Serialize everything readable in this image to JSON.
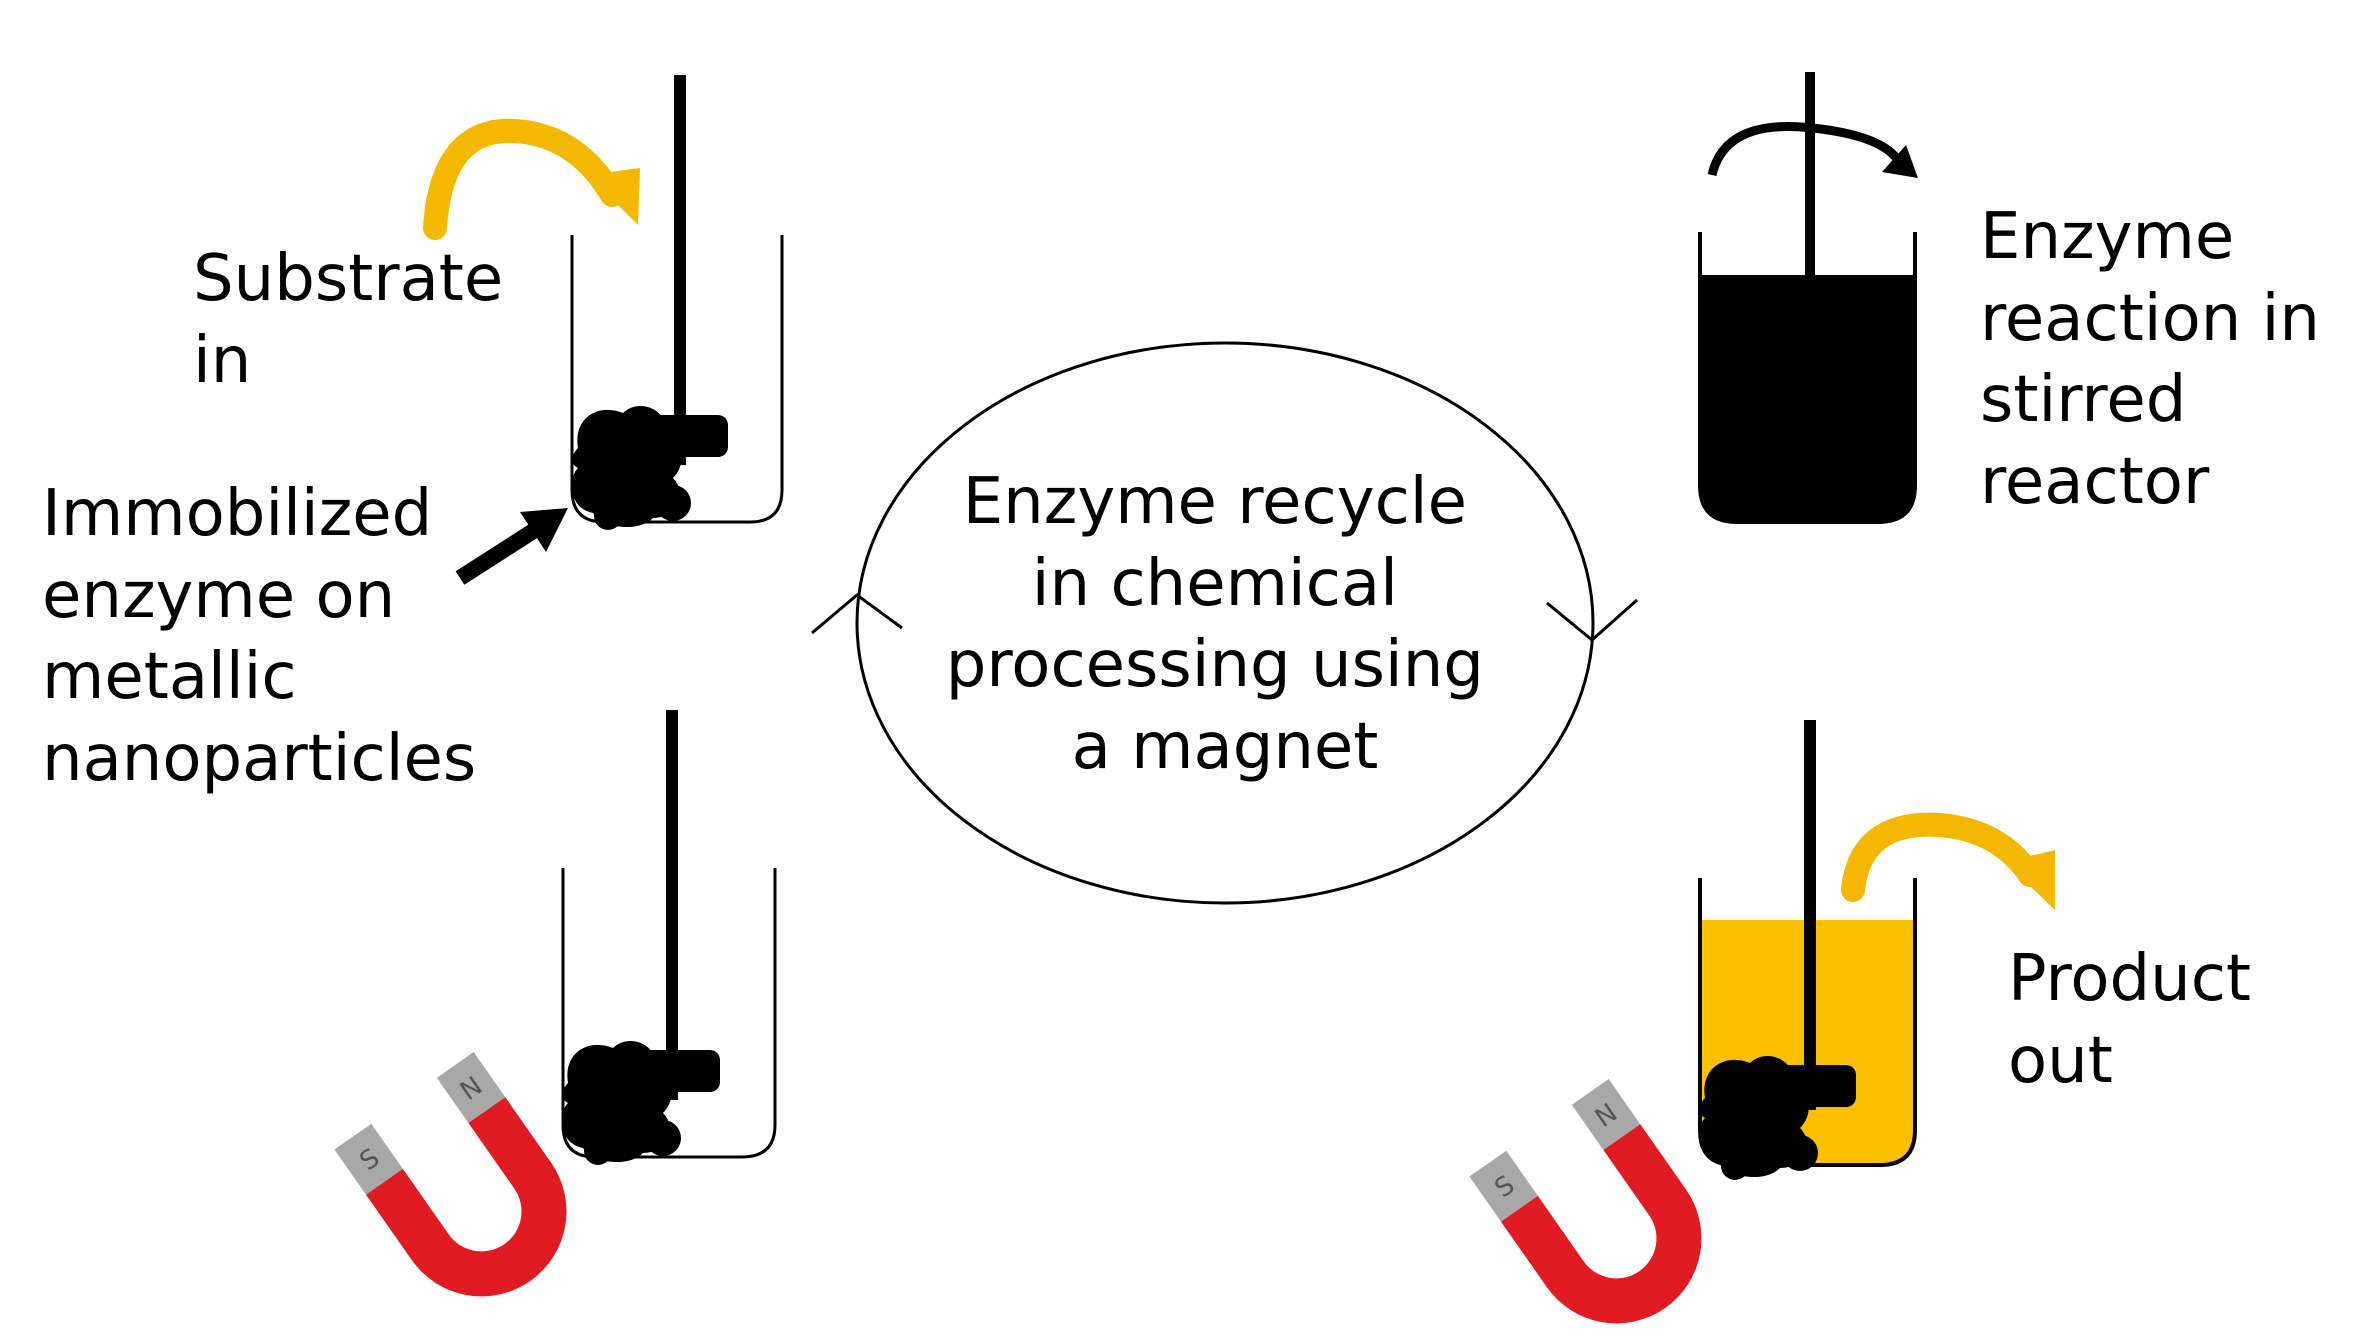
{
  "center": {
    "lines": [
      "Enzyme recycle",
      "in chemical",
      "processing using",
      "a magnet"
    ]
  },
  "labels": {
    "substrate_in": [
      "Substrate",
      "in"
    ],
    "immobilized_enzyme": [
      "Immobilized",
      "enzyme on",
      "metallic",
      "nanoparticles"
    ],
    "enzyme_reaction": [
      "Enzyme",
      "reaction in",
      "stirred",
      "reactor"
    ],
    "product_out": [
      "Product",
      "out"
    ]
  },
  "magnet_pole_labels": [
    "S",
    "N"
  ],
  "colors": {
    "arrow_flow": "#F5B800",
    "product_liquid": "#FBC100",
    "reactor_liquid": "#000000",
    "magnet_red": "#E01B22",
    "magnet_grey": "#A8A8A8",
    "outline": "#000000"
  }
}
